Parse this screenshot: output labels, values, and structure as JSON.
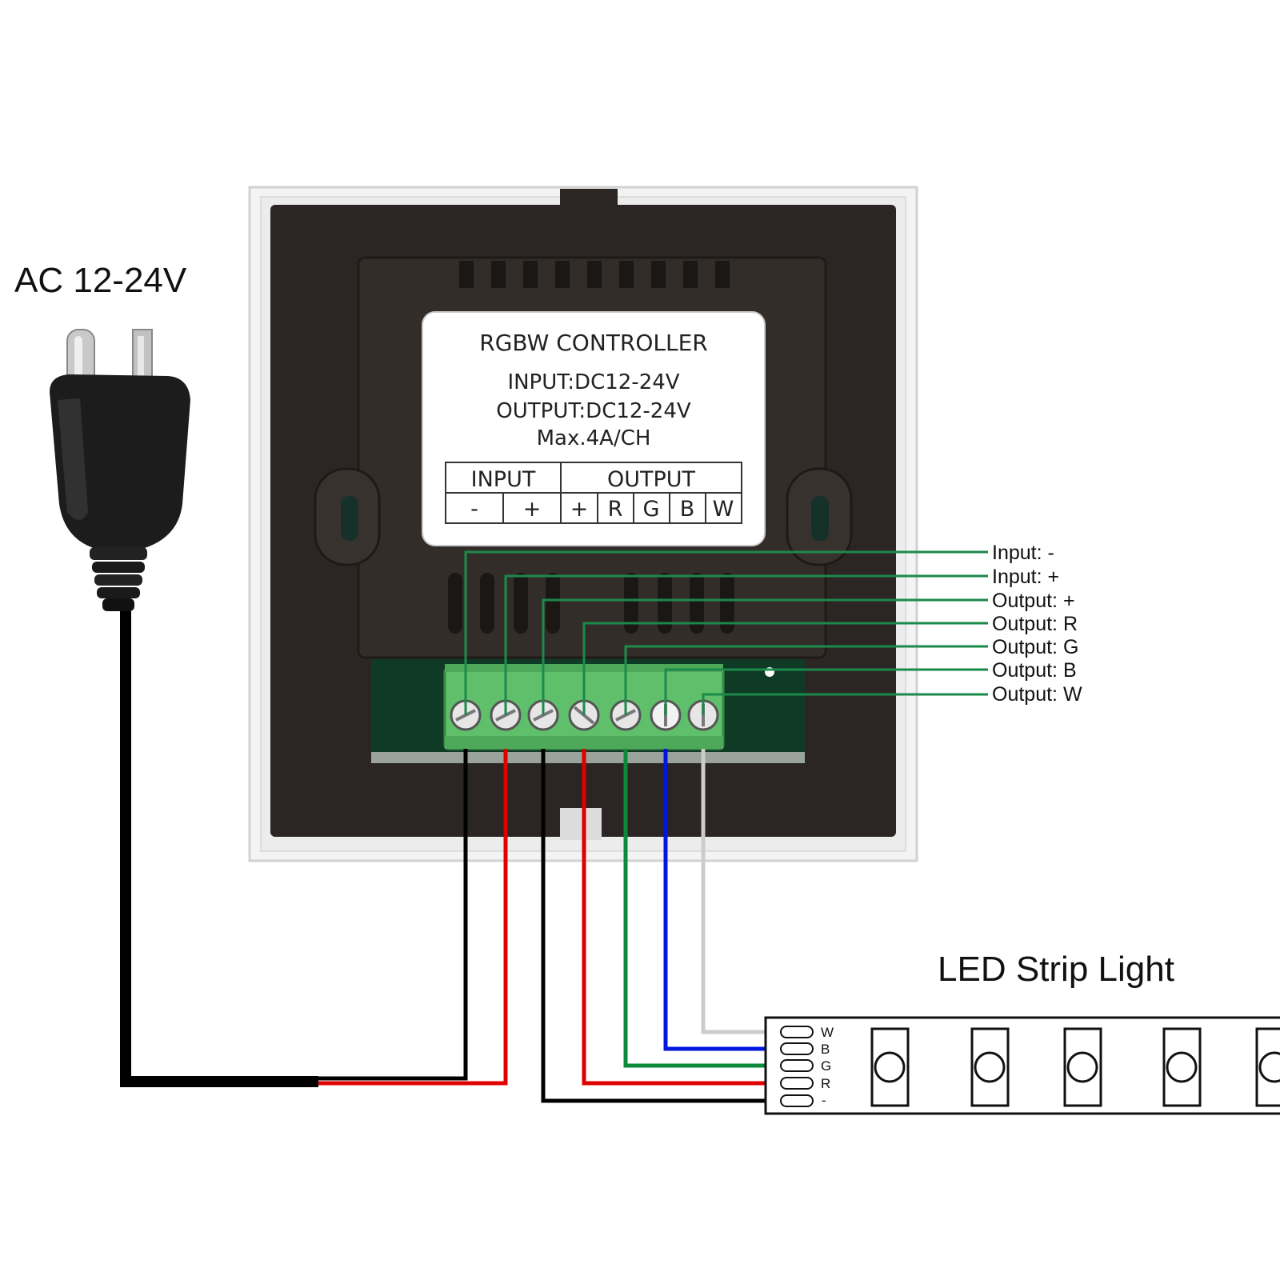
{
  "power": {
    "label": "AC 12-24V"
  },
  "controller": {
    "title": "RGBW CONTROLLER",
    "input_spec": "INPUT:DC12-24V",
    "output_spec": "OUTPUT:DC12-24V",
    "max_current": "Max.4A/CH",
    "terminal_table": {
      "input_header": "INPUT",
      "output_header": "OUTPUT",
      "input_cells": [
        "-",
        "+"
      ],
      "output_cells": [
        "+",
        "R",
        "G",
        "B",
        "W"
      ]
    }
  },
  "callouts": [
    "Input: -",
    "Input: +",
    "Output: +",
    "Output: R",
    "Output: G",
    "Output: B",
    "Output: W"
  ],
  "strip": {
    "label": "LED Strip Light",
    "pins": [
      "W",
      "B",
      "G",
      "R",
      "-"
    ]
  },
  "colors": {
    "callout_line": "#1b8a4a",
    "wire_black": "#000000",
    "wire_red": "#e00000",
    "wire_green": "#0a8a3a",
    "wire_blue": "#0016e0",
    "wire_white": "#cccccc",
    "terminal_block": "#5fbf6a",
    "panel_dark": "#2b2623",
    "pcb": "#0f3a25"
  }
}
